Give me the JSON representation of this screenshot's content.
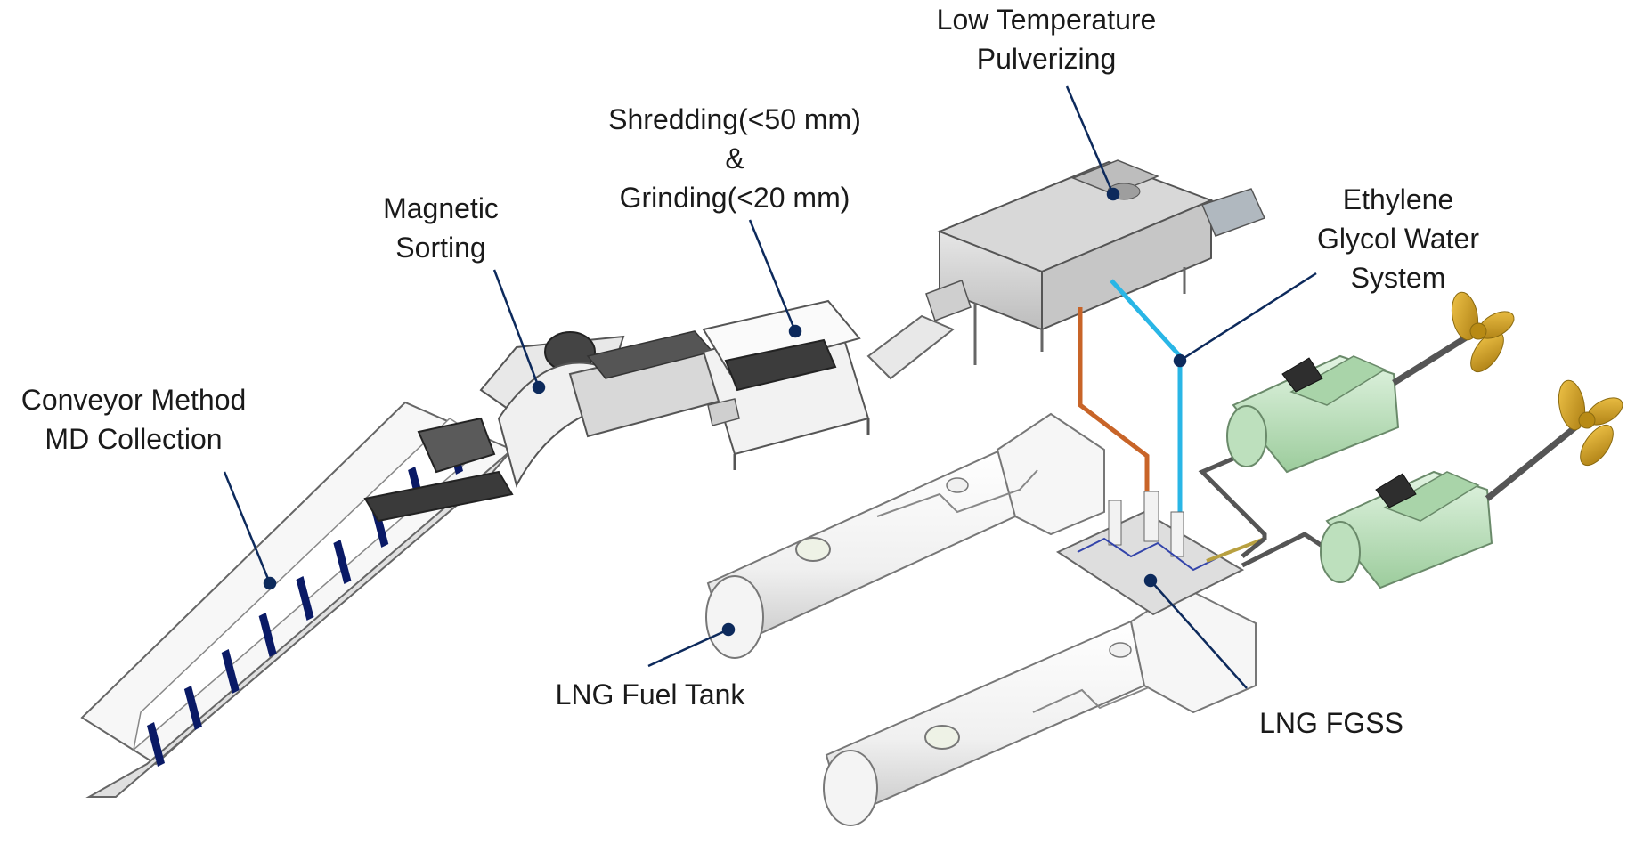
{
  "labels": {
    "conveyor": [
      "Conveyor Method",
      "MD Collection"
    ],
    "magnetic": [
      "Magnetic",
      "Sorting"
    ],
    "shredding": [
      "Shredding(<50 mm)",
      "&",
      "Grinding(<20 mm)"
    ],
    "pulverizing": [
      "Low Temperature",
      "Pulverizing"
    ],
    "glycol": [
      "Ethylene",
      "Glycol Water",
      "System"
    ],
    "fuel_tank": [
      "LNG Fuel Tank"
    ],
    "fgss": [
      "LNG FGSS"
    ]
  },
  "colors": {
    "leader_line": "#0d2a5c",
    "belt_slat": "#0a1a66",
    "orange_pipe": "#c86428",
    "cyan_pipe": "#29b6e6",
    "shaft": "#555555",
    "engine": "#c9e8c9",
    "propeller": "#d4a017",
    "equipment_gray": "#d4d4d4"
  }
}
